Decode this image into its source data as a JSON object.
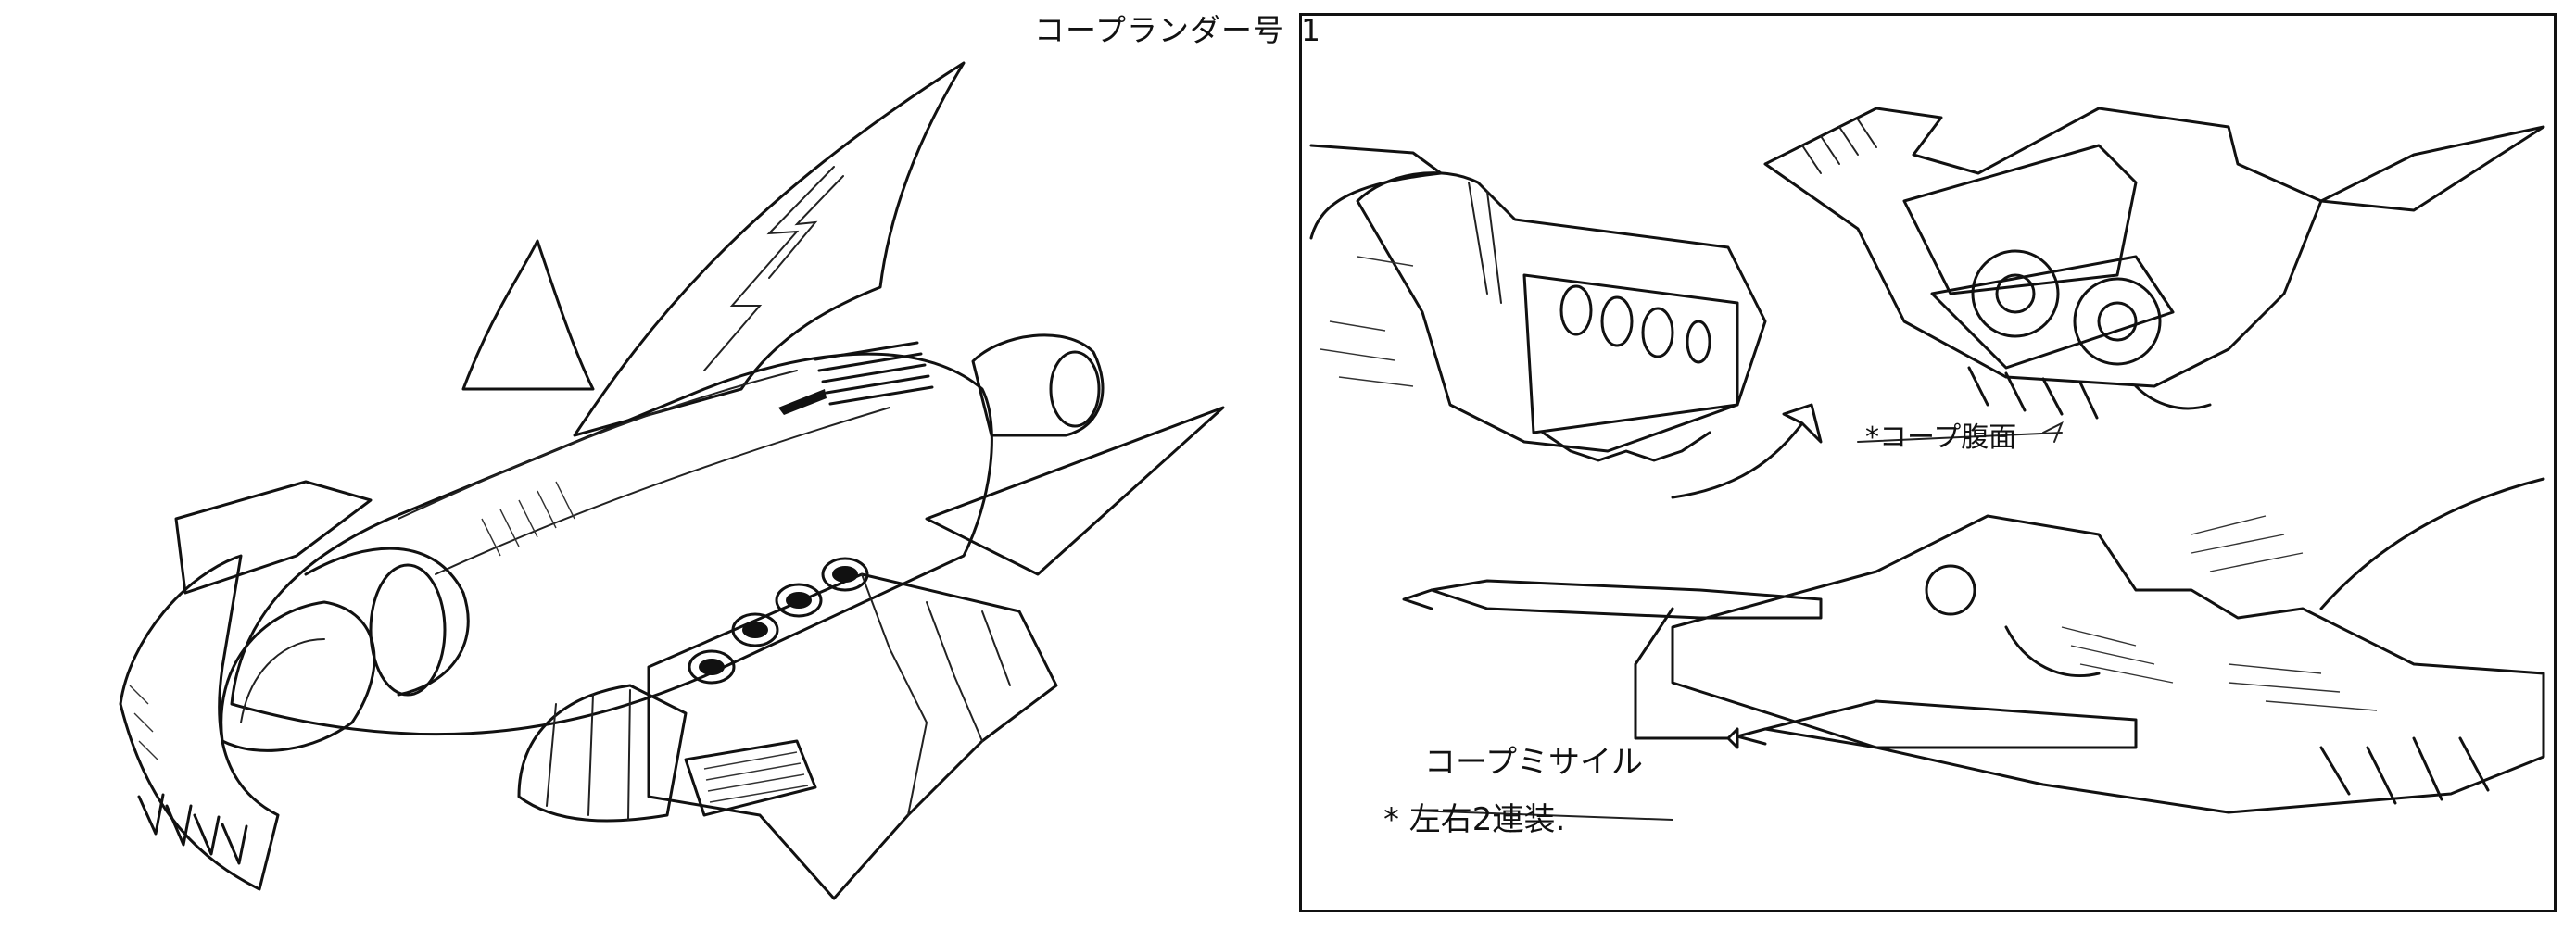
{
  "sheet": {
    "title": "コープランダー号",
    "page_number": "1"
  },
  "annotations": {
    "belly_view": "*コープ腹面",
    "missile": "コープミサイル",
    "twin_mount": "* 左右2連装."
  }
}
